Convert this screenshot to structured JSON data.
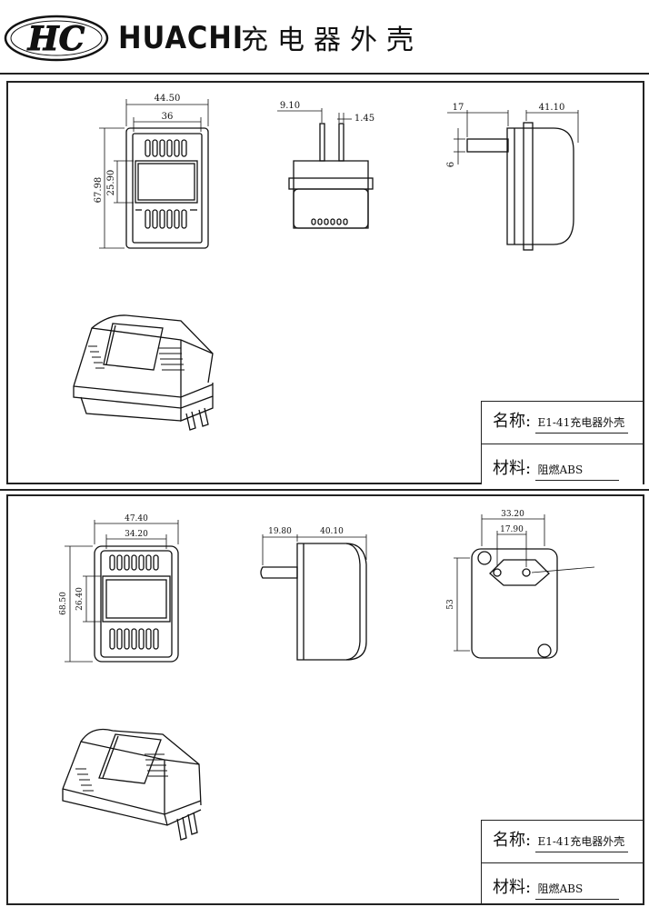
{
  "header": {
    "logo_monogram": "HC",
    "logo_text": "HUACHI",
    "product_title": "充电器外壳"
  },
  "top_drawing": {
    "front": {
      "width_outer": "44.50",
      "width_inner": "36",
      "height": "67.98",
      "window_height": "25.90"
    },
    "plug_side": {
      "pin_spacing": "9.10",
      "pin_thickness": "1.45"
    },
    "side": {
      "pin_length": "17",
      "depth": "41.10",
      "pin_width": "6"
    },
    "info": {
      "name_label": "名称:",
      "name_value": "E1-41充电器外壳",
      "material_label": "材料:",
      "material_value": "阻燃ABS"
    }
  },
  "bottom_drawing": {
    "front": {
      "width_outer": "47.40",
      "width_inner": "34.20",
      "height": "68.50",
      "window_height": "26.40"
    },
    "side": {
      "pin_length": "19.80",
      "depth": "40.10"
    },
    "back": {
      "width": "33.20",
      "pin_spacing": "17.90",
      "height": "53"
    },
    "info": {
      "name_label": "名称:",
      "name_value": "E1-41充电器外壳",
      "material_label": "材料:",
      "material_value": "阻燃ABS"
    }
  }
}
